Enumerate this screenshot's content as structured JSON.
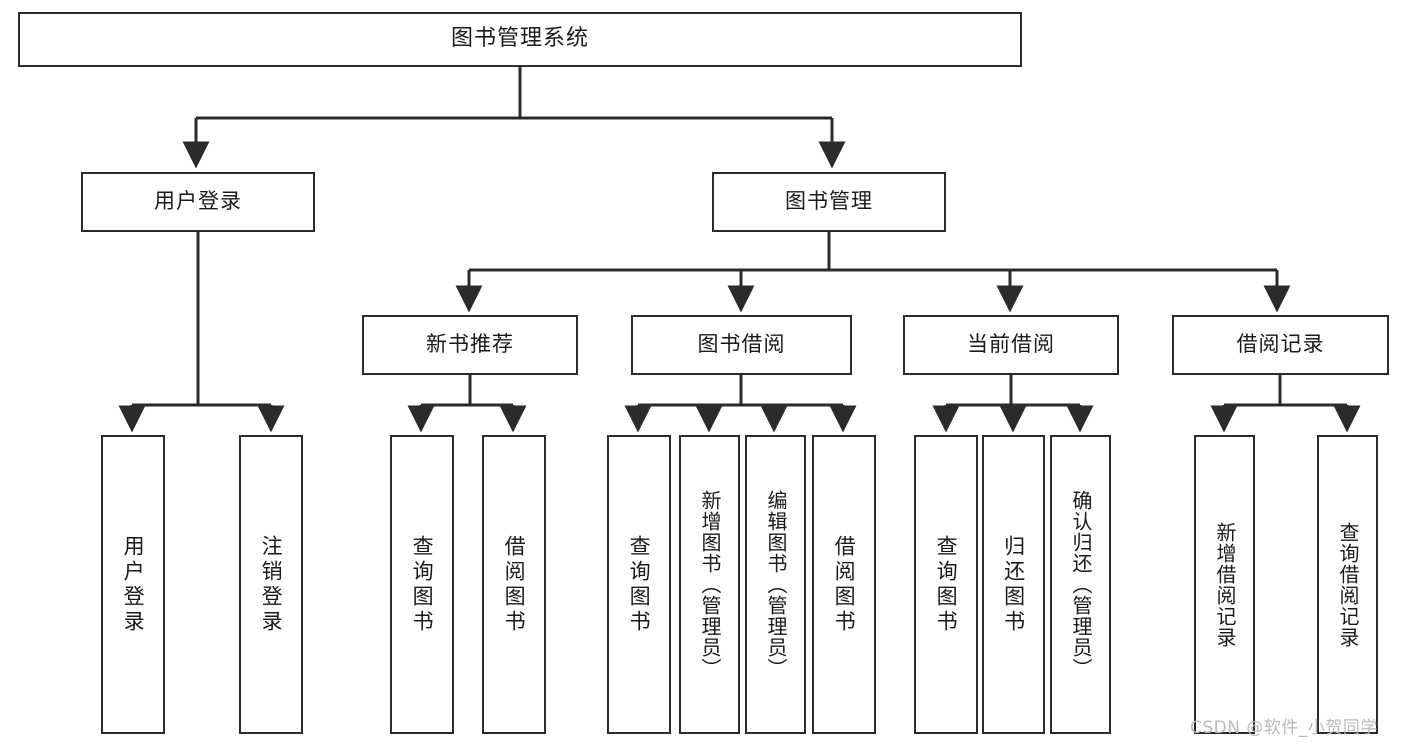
{
  "diagram": {
    "title": "图书管理系统",
    "watermark": "CSDN @软件_小贺同学",
    "line_color": "#2b2b2b",
    "box_fill": "#ffffff",
    "text_color": "#1a1a1a",
    "watermark_color": "#b9b9b9",
    "root": {
      "label": "图书管理系统"
    },
    "level2": [
      {
        "label": "用户登录"
      },
      {
        "label": "图书管理"
      }
    ],
    "level3": [
      {
        "label": "新书推荐"
      },
      {
        "label": "图书借阅"
      },
      {
        "label": "当前借阅"
      },
      {
        "label": "借阅记录"
      }
    ],
    "leaves": [
      {
        "label": "用户登录",
        "parent": "用户登录"
      },
      {
        "label": "注销登录",
        "parent": "用户登录"
      },
      {
        "label": "查询图书",
        "parent": "新书推荐"
      },
      {
        "label": "借阅图书",
        "parent": "新书推荐"
      },
      {
        "label": "查询图书",
        "parent": "图书借阅"
      },
      {
        "label": "新增图书（管理员）",
        "parent": "图书借阅"
      },
      {
        "label": "编辑图书（管理员）",
        "parent": "图书借阅"
      },
      {
        "label": "借阅图书",
        "parent": "图书借阅"
      },
      {
        "label": "查询图书",
        "parent": "当前借阅"
      },
      {
        "label": "归还图书",
        "parent": "当前借阅"
      },
      {
        "label": "确认归还（管理员）",
        "parent": "当前借阅"
      },
      {
        "label": "新增借阅记录",
        "parent": "借阅记录"
      },
      {
        "label": "查询借阅记录",
        "parent": "借阅记录"
      }
    ]
  }
}
